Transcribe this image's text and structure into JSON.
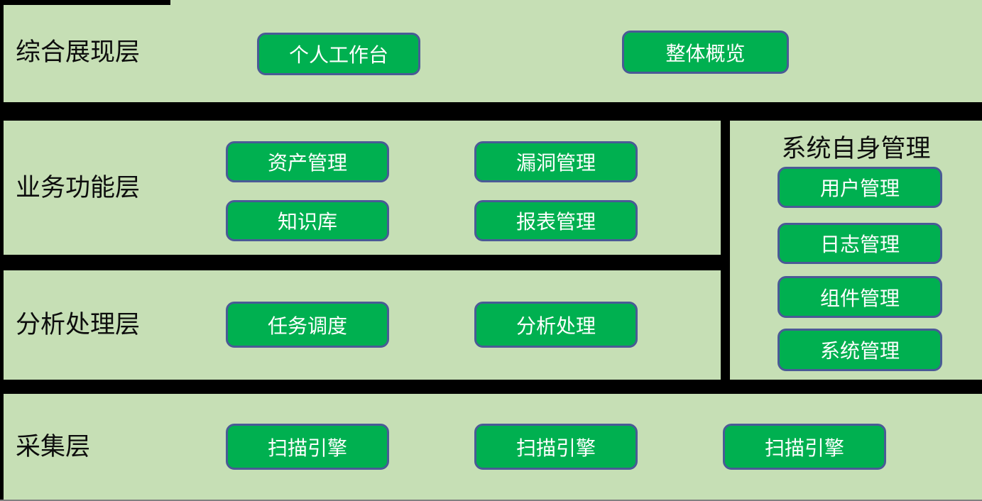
{
  "diagram": {
    "layers": [
      {
        "id": "display",
        "label": "综合展现层",
        "buttons": [
          "个人工作台",
          "整体概览"
        ]
      },
      {
        "id": "business",
        "label": "业务功能层",
        "buttons": [
          "资产管理",
          "漏洞管理",
          "知识库",
          "报表管理"
        ]
      },
      {
        "id": "system_admin",
        "title": "系统自身管理",
        "buttons": [
          "用户管理",
          "日志管理",
          "组件管理",
          "系统管理"
        ]
      },
      {
        "id": "analysis",
        "label": "分析处理层",
        "buttons": [
          "任务调度",
          "分析处理"
        ]
      },
      {
        "id": "collection",
        "label": "采集层",
        "buttons": [
          "扫描引擎",
          "扫描引擎",
          "扫描引擎"
        ]
      }
    ]
  },
  "colors": {
    "background": "#000000",
    "panel": "#c6dfb5",
    "button_fill": "#00b050",
    "button_border": "#4a5a96",
    "button_text": "#ffffff",
    "label_text": "#0d0d0d",
    "bottom_line": "#808080"
  }
}
